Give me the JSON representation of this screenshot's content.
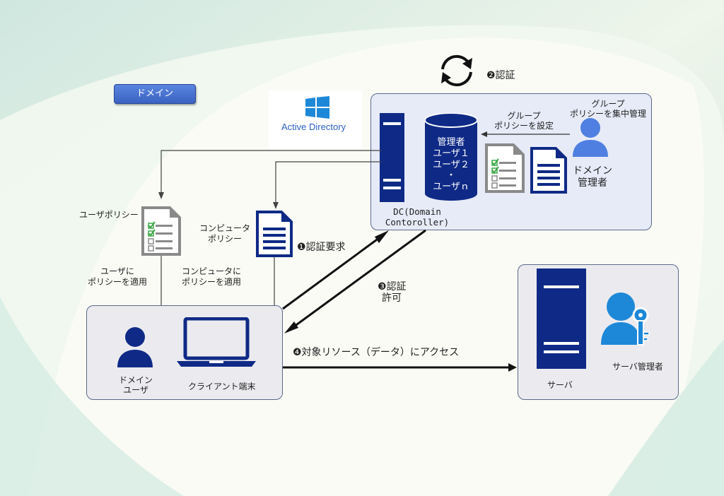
{
  "domain_badge": "ドメイン",
  "active_directory": {
    "label": "Active Directory"
  },
  "dc": {
    "db_lines": [
      "管理者",
      "ユーザ１",
      "ユーザ２",
      "・",
      "ユーザｎ"
    ],
    "label_line1": "DC(Domain",
    "label_line2": "Contoroller)"
  },
  "admin": {
    "group_policy_central_line1": "グループ",
    "group_policy_central_line2": "ポリシーを集中管理",
    "set_policy_line1": "グループ",
    "set_policy_line2": "ポリシーを設定",
    "domain_admin_line1": "ドメイン",
    "domain_admin_line2": "管理者"
  },
  "steps": {
    "auth": "❷認証",
    "auth_request": "❶認証要求",
    "auth_permit_line1": "❸認証",
    "auth_permit_line2": "許可",
    "access": "❹対象リソース（データ）にアクセス"
  },
  "policies": {
    "user_policy": "ユーザポリシー",
    "computer_policy_line1": "コンピュータ",
    "computer_policy_line2": "ポリシー",
    "apply_user_line1": "ユーザに",
    "apply_user_line2": "ポリシーを適用",
    "apply_computer_line1": "コンピュータに",
    "apply_computer_line2": "ポリシーを適用"
  },
  "client": {
    "domain_user_line1": "ドメイン",
    "domain_user_line2": "ユーザ",
    "terminal": "クライアント端末"
  },
  "server": {
    "server_label": "サーバ",
    "server_admin": "サーバ管理者"
  },
  "colors": {
    "navy": "#0f2a86",
    "panel_blue": "#e7ebf8",
    "panel_gray": "#ebebef",
    "person_light": "#4f7fe0",
    "check_green": "#3aa846",
    "ad_blue": "#1e88d8"
  }
}
